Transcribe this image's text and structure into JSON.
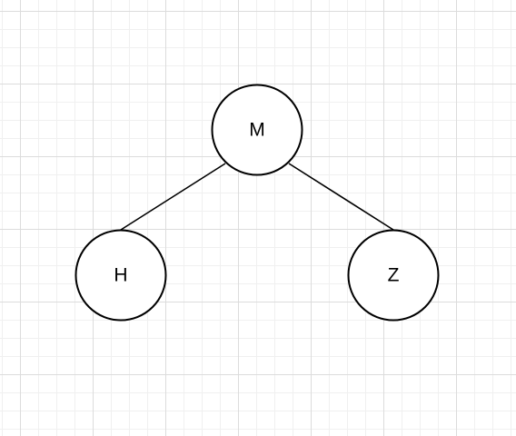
{
  "colors": {
    "background": "#ffffff",
    "grid_major": "#dcdcdc",
    "grid_minor": "#f0f0f0",
    "stroke": "#000000",
    "node_fill": "#ffffff"
  },
  "tree": {
    "root": {
      "label": "M"
    },
    "left": {
      "label": "H"
    },
    "right": {
      "label": "Z"
    }
  }
}
